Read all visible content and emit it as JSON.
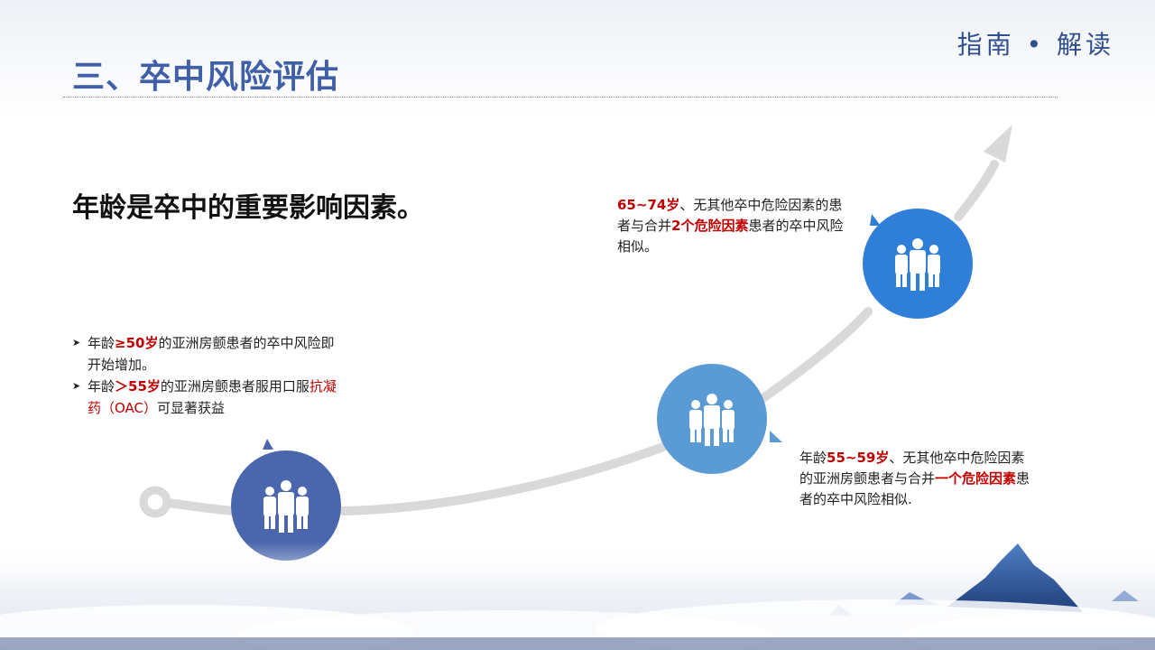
{
  "header": {
    "title": "三、卒中风险评估",
    "brand": "指南 • 解读"
  },
  "headline": "年龄是卒中的重要影响因素。",
  "bullets": [
    {
      "pre": "年龄",
      "hl": "≥50岁",
      "post": "的亚洲房颤患者的卒中风险即开始增加。"
    },
    {
      "pre": "年龄",
      "hl": "＞55岁",
      "mid": "的亚洲房颤患者服用口服",
      "hl2": "抗凝药（OAC）",
      "post": "可显著获益"
    }
  ],
  "callout_top": {
    "hl": "65~74岁",
    "mid": "、无其他卒中危险因素的患者与合并",
    "hl2": "2个危险因素",
    "post": "患者的卒中风险相似。"
  },
  "callout_bottom": {
    "pre": "年龄",
    "hl": "55~59岁",
    "mid": "、无其他卒中危险因素的亚洲房颤患者与合并",
    "hl2": "一个危险因素",
    "post": "患者的卒中风险相似."
  },
  "colors": {
    "title": "#3f5fa8",
    "highlight": "#c00000",
    "circle_low": "#4a67ad",
    "circle_mid": "#5b9bd5",
    "circle_high": "#2f7ed8",
    "curve": "#d9d9d9"
  },
  "icons": [
    "group-people-icon",
    "group-people-icon",
    "group-people-icon"
  ]
}
